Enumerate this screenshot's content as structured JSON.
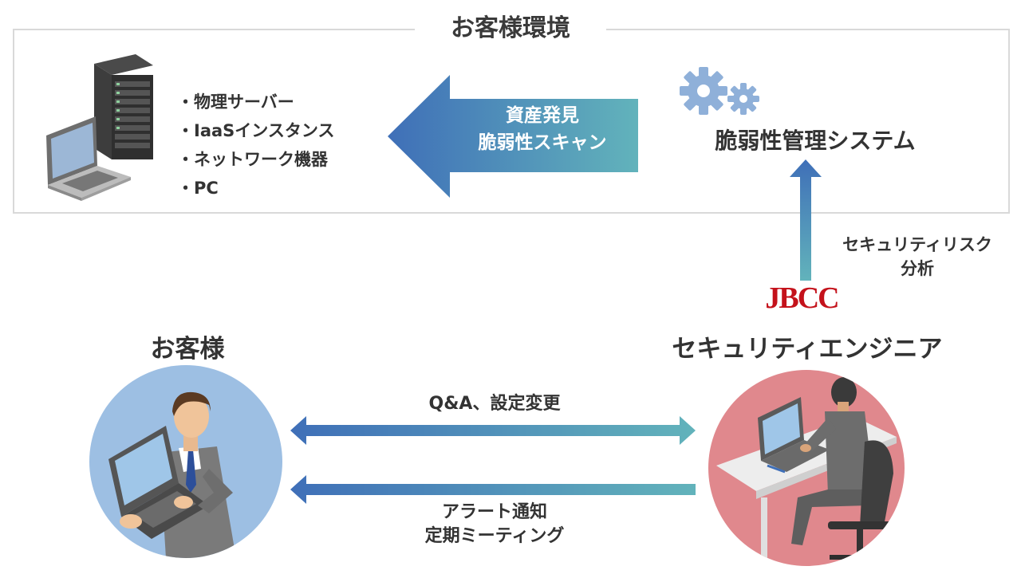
{
  "environment": {
    "title": "お客様環境"
  },
  "assets": {
    "items": [
      "物理サーバー",
      "IaaSインスタンス",
      "ネットワーク機器",
      "PC"
    ]
  },
  "scan_arrow": {
    "line1": "資産発見",
    "line2": "脆弱性スキャン"
  },
  "vuln_system": {
    "label": "脆弱性管理システム"
  },
  "risk_analysis": {
    "line1": "セキュリティリスク",
    "line2": "分析"
  },
  "vendor": {
    "logo_text": "JBCC",
    "label": "セキュリティエンジニア"
  },
  "customer": {
    "label": "お客様"
  },
  "communication": {
    "qa_label": "Q&A、設定変更",
    "alert_line1": "アラート通知",
    "alert_line2": "定期ミーティング"
  },
  "colors": {
    "arrow_dark_blue": "#3f6fb8",
    "arrow_teal": "#62b3bb",
    "gear_blue": "#8fb0d9",
    "customer_circle": "#9dbfe3",
    "engineer_circle": "#e0888d",
    "logo_red": "#c4121b"
  }
}
